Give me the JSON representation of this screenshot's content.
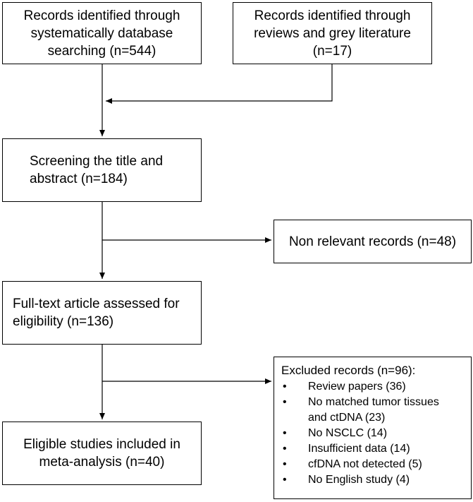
{
  "boxes": {
    "db_search": {
      "lines": [
        "Records identified through",
        "systematically database",
        "searching (n=544)"
      ]
    },
    "other_sources": {
      "lines": [
        "Records identified through",
        "reviews and grey literature",
        "(n=17)"
      ]
    },
    "screening": {
      "lines": [
        "Screening the title and",
        "abstract (n=184)"
      ]
    },
    "non_relevant": {
      "lines": [
        "Non relevant records (n=48)"
      ]
    },
    "full_text": {
      "lines": [
        "Full-text article assessed for",
        "eligibility (n=136)"
      ]
    },
    "eligible": {
      "lines": [
        "Eligible studies included in",
        "meta-analysis (n=40)"
      ]
    },
    "excluded": {
      "title": "Excluded records (n=96):",
      "bullet": "•",
      "items": [
        [
          "Review papers (36)"
        ],
        [
          "No matched tumor tissues",
          "and ctDNA (23)"
        ],
        [
          "No NSCLC (14)"
        ],
        [
          "Insufficient data (14)"
        ],
        [
          "cfDNA not detected (5)"
        ],
        [
          "No English study (4)"
        ]
      ]
    }
  }
}
